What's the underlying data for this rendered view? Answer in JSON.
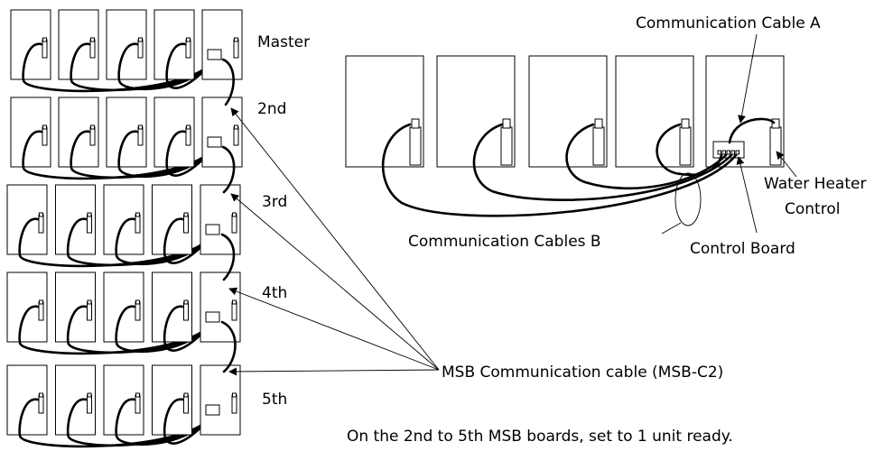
{
  "labels": {
    "master": "Master",
    "second": "2nd",
    "third": "3rd",
    "fourth": "4th",
    "fifth": "5th",
    "comm_cable_a": "Communication Cable A",
    "water_heater_line1": "Water Heater",
    "water_heater_line2": "Control",
    "comm_cables_b": "Communication Cables B",
    "control_board": "Control Board",
    "msb_cable": "MSB Communication cable (MSB-C2)",
    "note": "On the 2nd to 5th MSB boards, set to 1 unit ready."
  },
  "structure": {
    "rack_rows": 5,
    "units_per_row": 5,
    "detail_units": 5
  },
  "colors": {
    "line": "#000000",
    "background": "#ffffff"
  }
}
